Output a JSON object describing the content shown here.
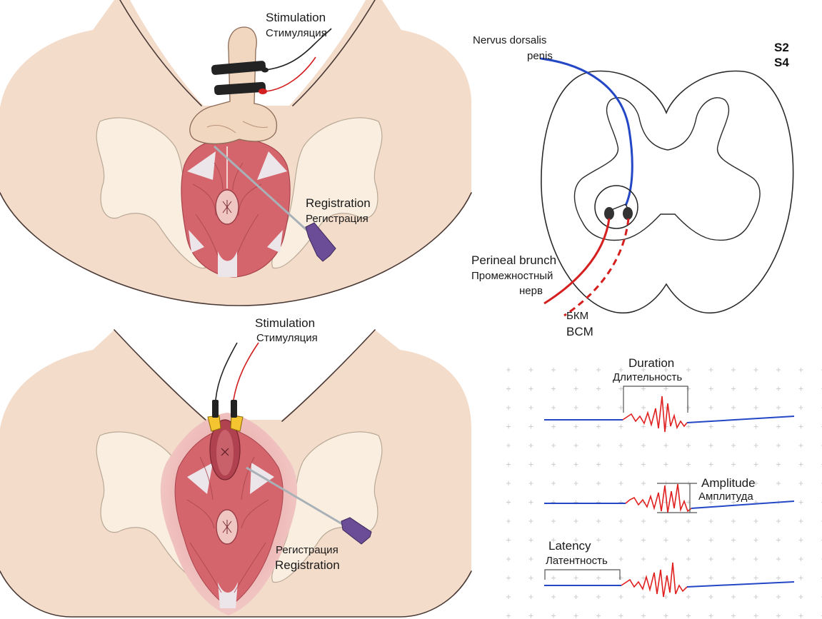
{
  "figure": {
    "male_panel": {
      "stimulation_label_en": "Stimulation",
      "stimulation_label_ru": "Стимуляция",
      "registration_label_en": "Registration",
      "registration_label_ru": "Регистрация"
    },
    "female_panel": {
      "stimulation_label_en": "Stimulation",
      "stimulation_label_ru": "Стимуляция",
      "registration_label_ru": "Регистрация",
      "registration_label_en": "Registration"
    },
    "reflex_arc": {
      "afferent_nerve_line1": "Nervus dorsalis",
      "afferent_nerve_line2": "penis",
      "segment_upper": "S2",
      "segment_lower": "S4",
      "efferent_nerve_line1": "Perineal brunch",
      "efferent_nerve_line2": "Промежностный",
      "efferent_nerve_line3": "нерв",
      "muscle_label_ru": "БКМ",
      "muscle_label_en": "BCM"
    },
    "response_parameters": {
      "duration_en": "Duration",
      "duration_ru": "Длительность",
      "amplitude_en": "Amplitude",
      "amplitude_ru": "Амплитуда",
      "latency_en": "Latency",
      "latency_ru": "Латентность"
    }
  },
  "colors": {
    "skin": "#f4dccb",
    "bone": "#f9eedf",
    "muscle": "#d4656c",
    "afferent_nerve": "#2347c5",
    "efferent_nerve": "#d61f1f",
    "baseline_trace": "#2347c5",
    "response_trace": "#e01f1f",
    "electrode": "#f4c531",
    "needle_hub": "#6b4c96"
  }
}
